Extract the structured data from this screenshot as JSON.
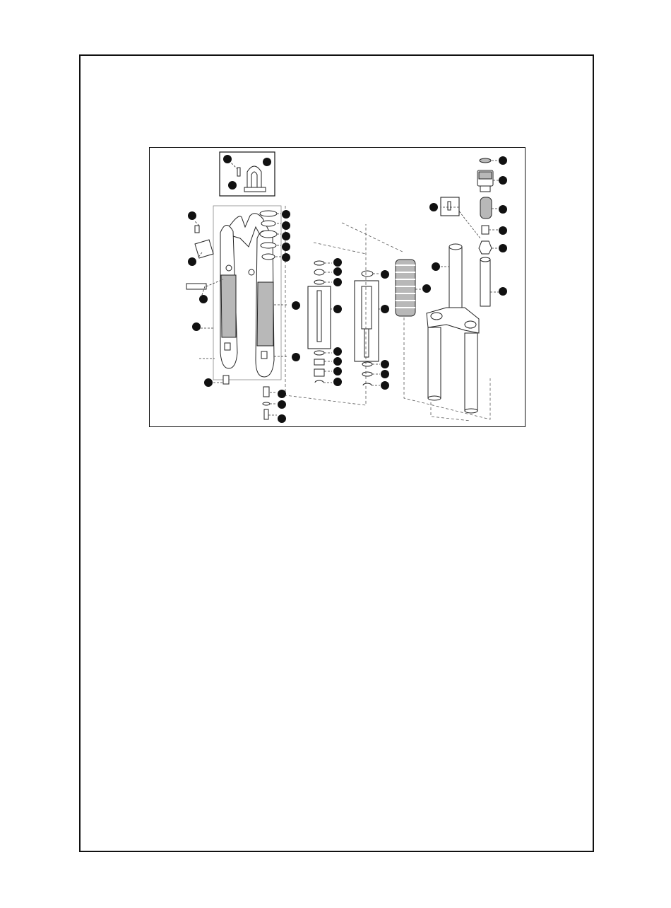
{
  "page": {
    "border_color": "#111111",
    "background": "#ffffff"
  },
  "diagram": {
    "description_icon": "exploded-fork-diagram",
    "callouts": [
      "brake-arch-inset-1",
      "brake-arch-inset-2",
      "brake-arch-inset-3",
      "seal-1",
      "seal-2",
      "seal-3",
      "seal-4",
      "seal-5",
      "bolt-left",
      "bracket-left",
      "axle-left",
      "lower-leg-left",
      "damper-rod-top-1",
      "damper-rod-top-2",
      "damper-rod-top-3",
      "damper-rod",
      "damper-bottom-1",
      "damper-bottom-2",
      "damper-bottom-3",
      "damper-bottom-4",
      "spring-rod-top",
      "spring-rod",
      "spring-rod-bottom-1",
      "spring-rod-bottom-2",
      "spring-rod-bottom-3",
      "coil-spring",
      "steerer",
      "inset-pin",
      "cap",
      "top-cap",
      "preload-spring",
      "preload-bolt",
      "plunger",
      "preload-tube",
      "lower-leg-callout",
      "lower-leg-bottom",
      "foot-bolt-1",
      "foot-washer",
      "foot-bolt-2",
      "foot-bolt-left"
    ]
  }
}
